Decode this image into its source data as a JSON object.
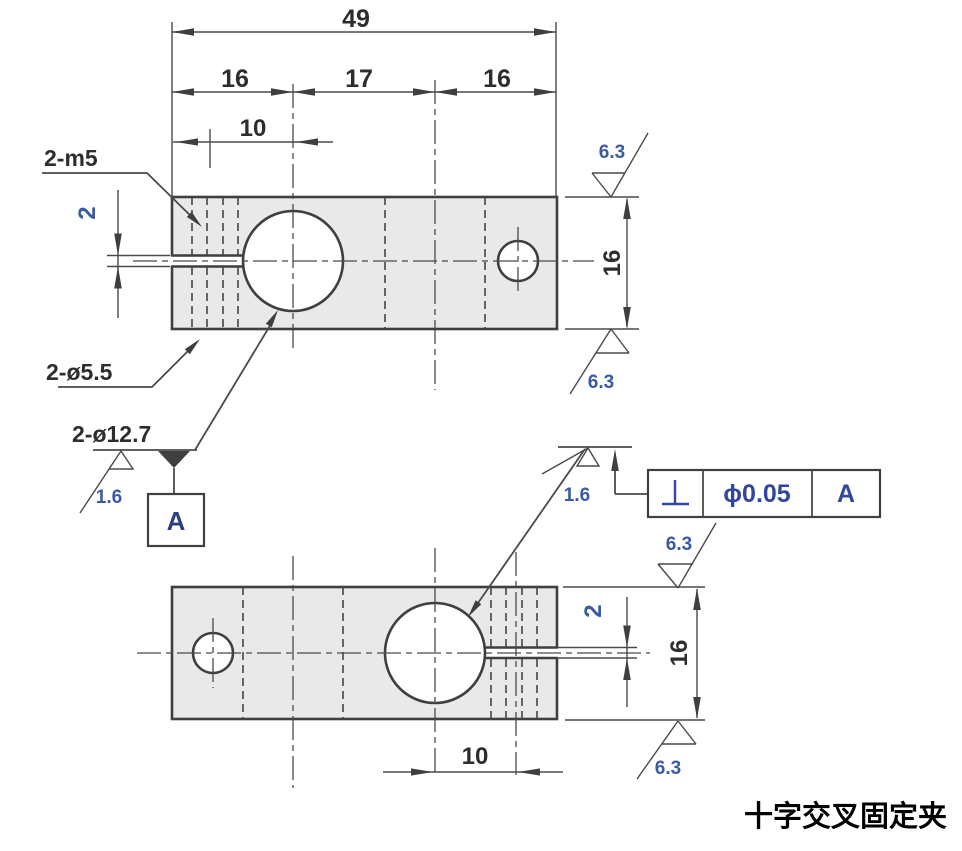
{
  "drawing": {
    "title": "十字交叉固定夹",
    "top_view": {
      "dim_total_width": "49",
      "dim_seg_left": "16",
      "dim_seg_mid": "17",
      "dim_seg_right": "16",
      "dim_screw_offset": "10",
      "dim_slot_width": "2",
      "dim_height": "16",
      "label_tapped_holes": "2-m5",
      "label_clearance_holes": "2-ø5.5",
      "label_bore_holes": "2-ø12.7",
      "finish_top": "6.3",
      "finish_bottom": "6.3",
      "finish_bore": "1.6",
      "datum_label": "A"
    },
    "bottom_view": {
      "dim_screw_offset": "10",
      "dim_slot_width": "2",
      "dim_height": "16",
      "finish_top": "6.3",
      "finish_bottom": "6.3",
      "finish_bore": "1.6",
      "tolerance_value": "ϕ0.05",
      "tolerance_datum": "A"
    },
    "colors": {
      "line": "#3f3f3f",
      "body_fill": "#e9e9e9",
      "dim_text": "#2d2d2d",
      "accent_text": "#3b5aa5",
      "title_text": "#000000"
    }
  }
}
